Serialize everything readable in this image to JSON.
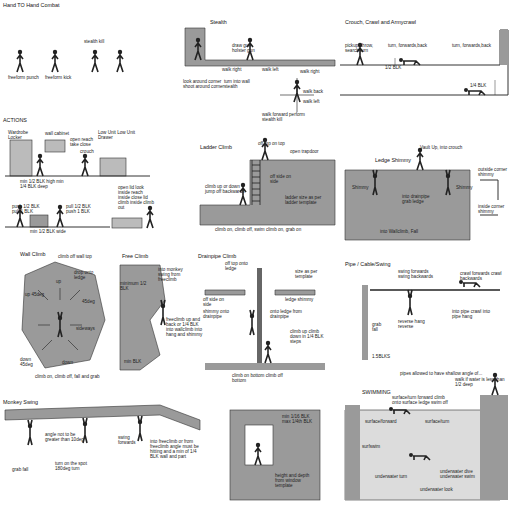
{
  "diagram": {
    "labels": [
      "Hand TO Hand Combat",
      "freeform punch",
      "freeform kick",
      "stealth kill",
      "Stealth",
      "draw gun holster gun",
      "walk right",
      "walk left",
      "look around corner shoot around corner",
      "turn into wall stealth",
      "walk right",
      "walk forward perform stealth kill",
      "walk back",
      "walk left",
      "Crouch, Crawl and Armycrawl",
      "pickup, throw, search turn",
      "turn, forwards,back",
      "turn, forwards,back",
      "1/2 BLK",
      "1/4 BLK",
      "ACTIONS",
      "Wardrobe Locker",
      "wall cabinet",
      "open reach take close",
      "Low Unit Low Unit Drawer",
      "crouch",
      "min 1/2 BLK high min 1/4 BLK deep",
      "push 1/2 BLK pull 1 BLK",
      "pull 1/2 BLK push 1 BLK",
      "open lid look inside reach inside close lid climb inside climb out",
      "min 1/2 BLK wide",
      "Ladder Climb",
      "off top on top",
      "open trapdoor",
      "off side on side",
      "climb up or down jump off backwards",
      "ladder size as per ladder template",
      "climb on, climb off, swim climb on, grab on",
      "Ledge Shimmy",
      "Vault Up, into crouch",
      "Shimmy",
      "Shimmy",
      "into drainpipe grab ledge",
      "outside corner shimmy",
      "inside corner shimmy",
      "into Wallclimb, Fall",
      "Wall Climb",
      "climb off wall top",
      "drop onto ledge",
      "up 45deg",
      "up",
      "45deg",
      "sideways",
      "down 45deg",
      "down",
      "climb on, climb off, fall and grab",
      "Free Climb",
      "minimum 1/2 BLK",
      "into monkey swing from freeclimb",
      "freeclimb up and back or 1/4 BLK into wallclimb into hang and shimmy",
      "min BLK",
      "Drainpipe Climb",
      "off top onto ledge",
      "off side on side",
      "ledge shimmy",
      "shimmy onto drainpipe",
      "onto ledge from drainpipe",
      "size as per template",
      "climb up climb down in 1/4 BLK steps",
      "climb on bottom climb off bottom",
      "Pipe / Cable/Swing",
      "swing forwards swing backwards",
      "crawl forwards crawl backwards",
      "grab fall",
      "reverse hang reverse",
      "1.5BLKS",
      "into pipe crawl into pipe hang",
      "pipes allowed to have shallow angle of...",
      "Monkey Swing",
      "angle not to be greater than 10deg",
      "swing forwards",
      "turn on the spot 180deg turn",
      "into freeclimb or from freeclimb angle must be hitting and a min of 1/4 BLK wall and part",
      "grab fall",
      "min 1/16 BLK max 1/4th BLK",
      "height and depth from window template",
      "SWIMMING",
      "surface/turn forward climb onto surface ledge swim off",
      "surface/forward",
      "surface/turn",
      "surfswim",
      "underwater turn",
      "underwater dive underwater swim",
      "underwater look",
      "walk if water is less than 1/2 deep"
    ]
  }
}
